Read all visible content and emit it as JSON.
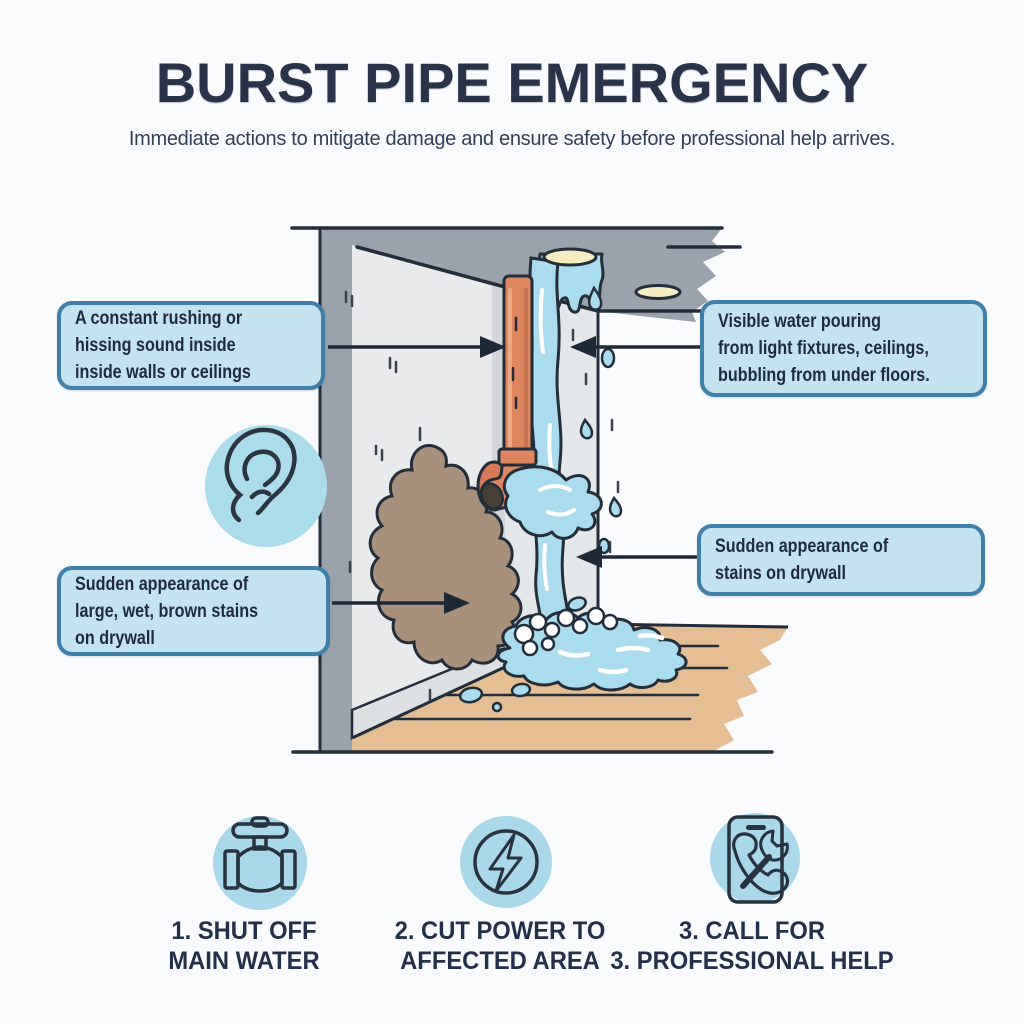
{
  "page": {
    "background_color": "#fafbfc"
  },
  "header": {
    "title": "BURST PIPE EMERGENCY",
    "subtitle": "Immediate actions to mitigate damage and ensure safety before professional help arrives."
  },
  "callouts": [
    {
      "id": "sound",
      "text": "A constant rushing or\nhissing sound inside\ninside walls or ceilings"
    },
    {
      "id": "visible_water",
      "text": "Visible water pouring\nfrom light fixtures, ceilings,\nbubbling from under floors."
    },
    {
      "id": "drywall_stains",
      "text": "Sudden appearance of\nstains on drywall"
    },
    {
      "id": "brown_stains",
      "text": "Sudden appearance of\nlarge, wet, brown stains\non drywall"
    }
  ],
  "illustration": {
    "elements": [
      "ear-icon",
      "ceiling-lights",
      "burst-copper-pipe",
      "water-stream",
      "wall-stain",
      "water-pool-with-foam",
      "wood-floor",
      "room-corner-walls"
    ]
  },
  "steps": [
    {
      "icon": "water-valve-icon",
      "label": "1. SHUT OFF\nMAIN WATER"
    },
    {
      "icon": "lightning-bolt-icon",
      "label": "2. CUT POWER TO\nAFFECTED AREA"
    },
    {
      "icon": "phone-wrench-icon",
      "label": "3. CALL FOR\n3. PROFESSIONAL HELP"
    }
  ],
  "colors": {
    "callout_fill": "#c3e3f1",
    "callout_border": "#3f80ab",
    "text_navy": "#24304a",
    "icon_circle_fill": "#a9d8ea",
    "water_blue": "#a9dcee",
    "pipe_copper": "#dd8660",
    "stain_brown": "#a8907a",
    "wall_gray": "#e8eaec",
    "ceiling_gray": "#9aa2ac",
    "floor_tan": "#e5bf93",
    "outline_dark": "#232e3a",
    "light_fixture": "#f4edc2"
  }
}
